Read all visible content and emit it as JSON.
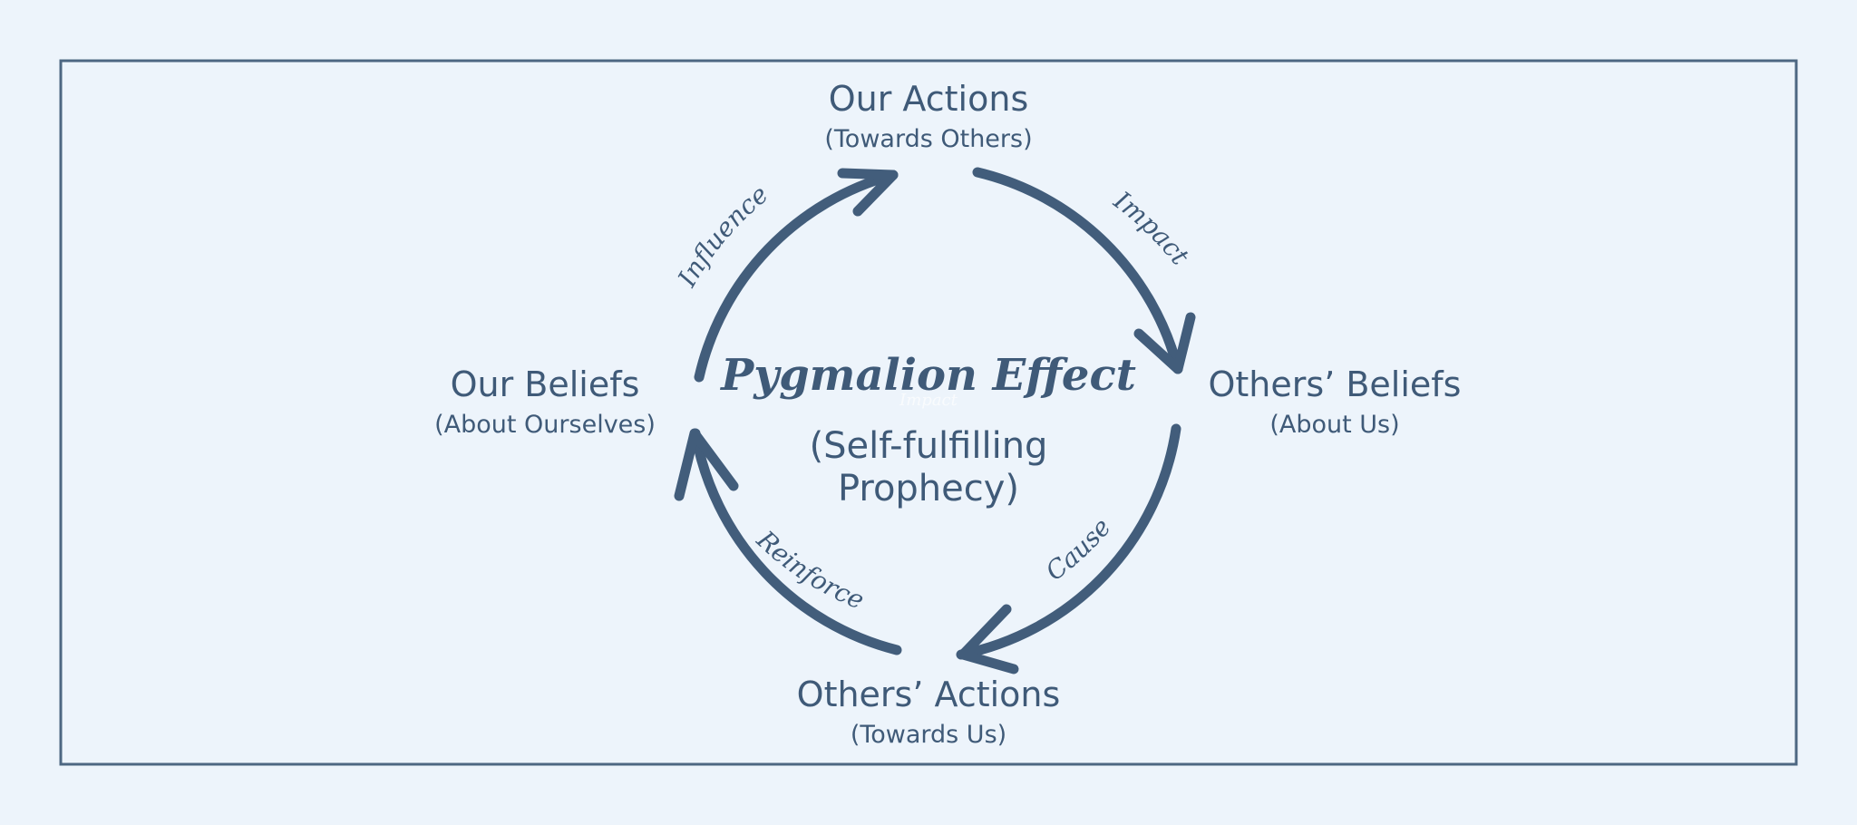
{
  "diagram": {
    "nodes": {
      "top": {
        "title": "Our Actions",
        "subtitle": "(Towards Others)"
      },
      "right": {
        "title": "Others’ Beliefs",
        "subtitle": "(About Us)"
      },
      "bottom": {
        "title": "Others’ Actions",
        "subtitle": "(Towards Us)"
      },
      "left": {
        "title": "Our Beliefs",
        "subtitle": "(About Ourselves)"
      }
    },
    "center": {
      "title": "Pygmalion Effect",
      "subtitle_line1": "(Self-fulfilling",
      "subtitle_line2": "Prophecy)",
      "faint_label": "Impact"
    },
    "arrows": {
      "top_right": "Impact",
      "right_bottom": "Cause",
      "bottom_left": "Reinforce",
      "left_top": "Influence"
    },
    "colors": {
      "background": "#edf4fb",
      "ink": "#3f5a78",
      "frame": "#4d6782"
    }
  }
}
